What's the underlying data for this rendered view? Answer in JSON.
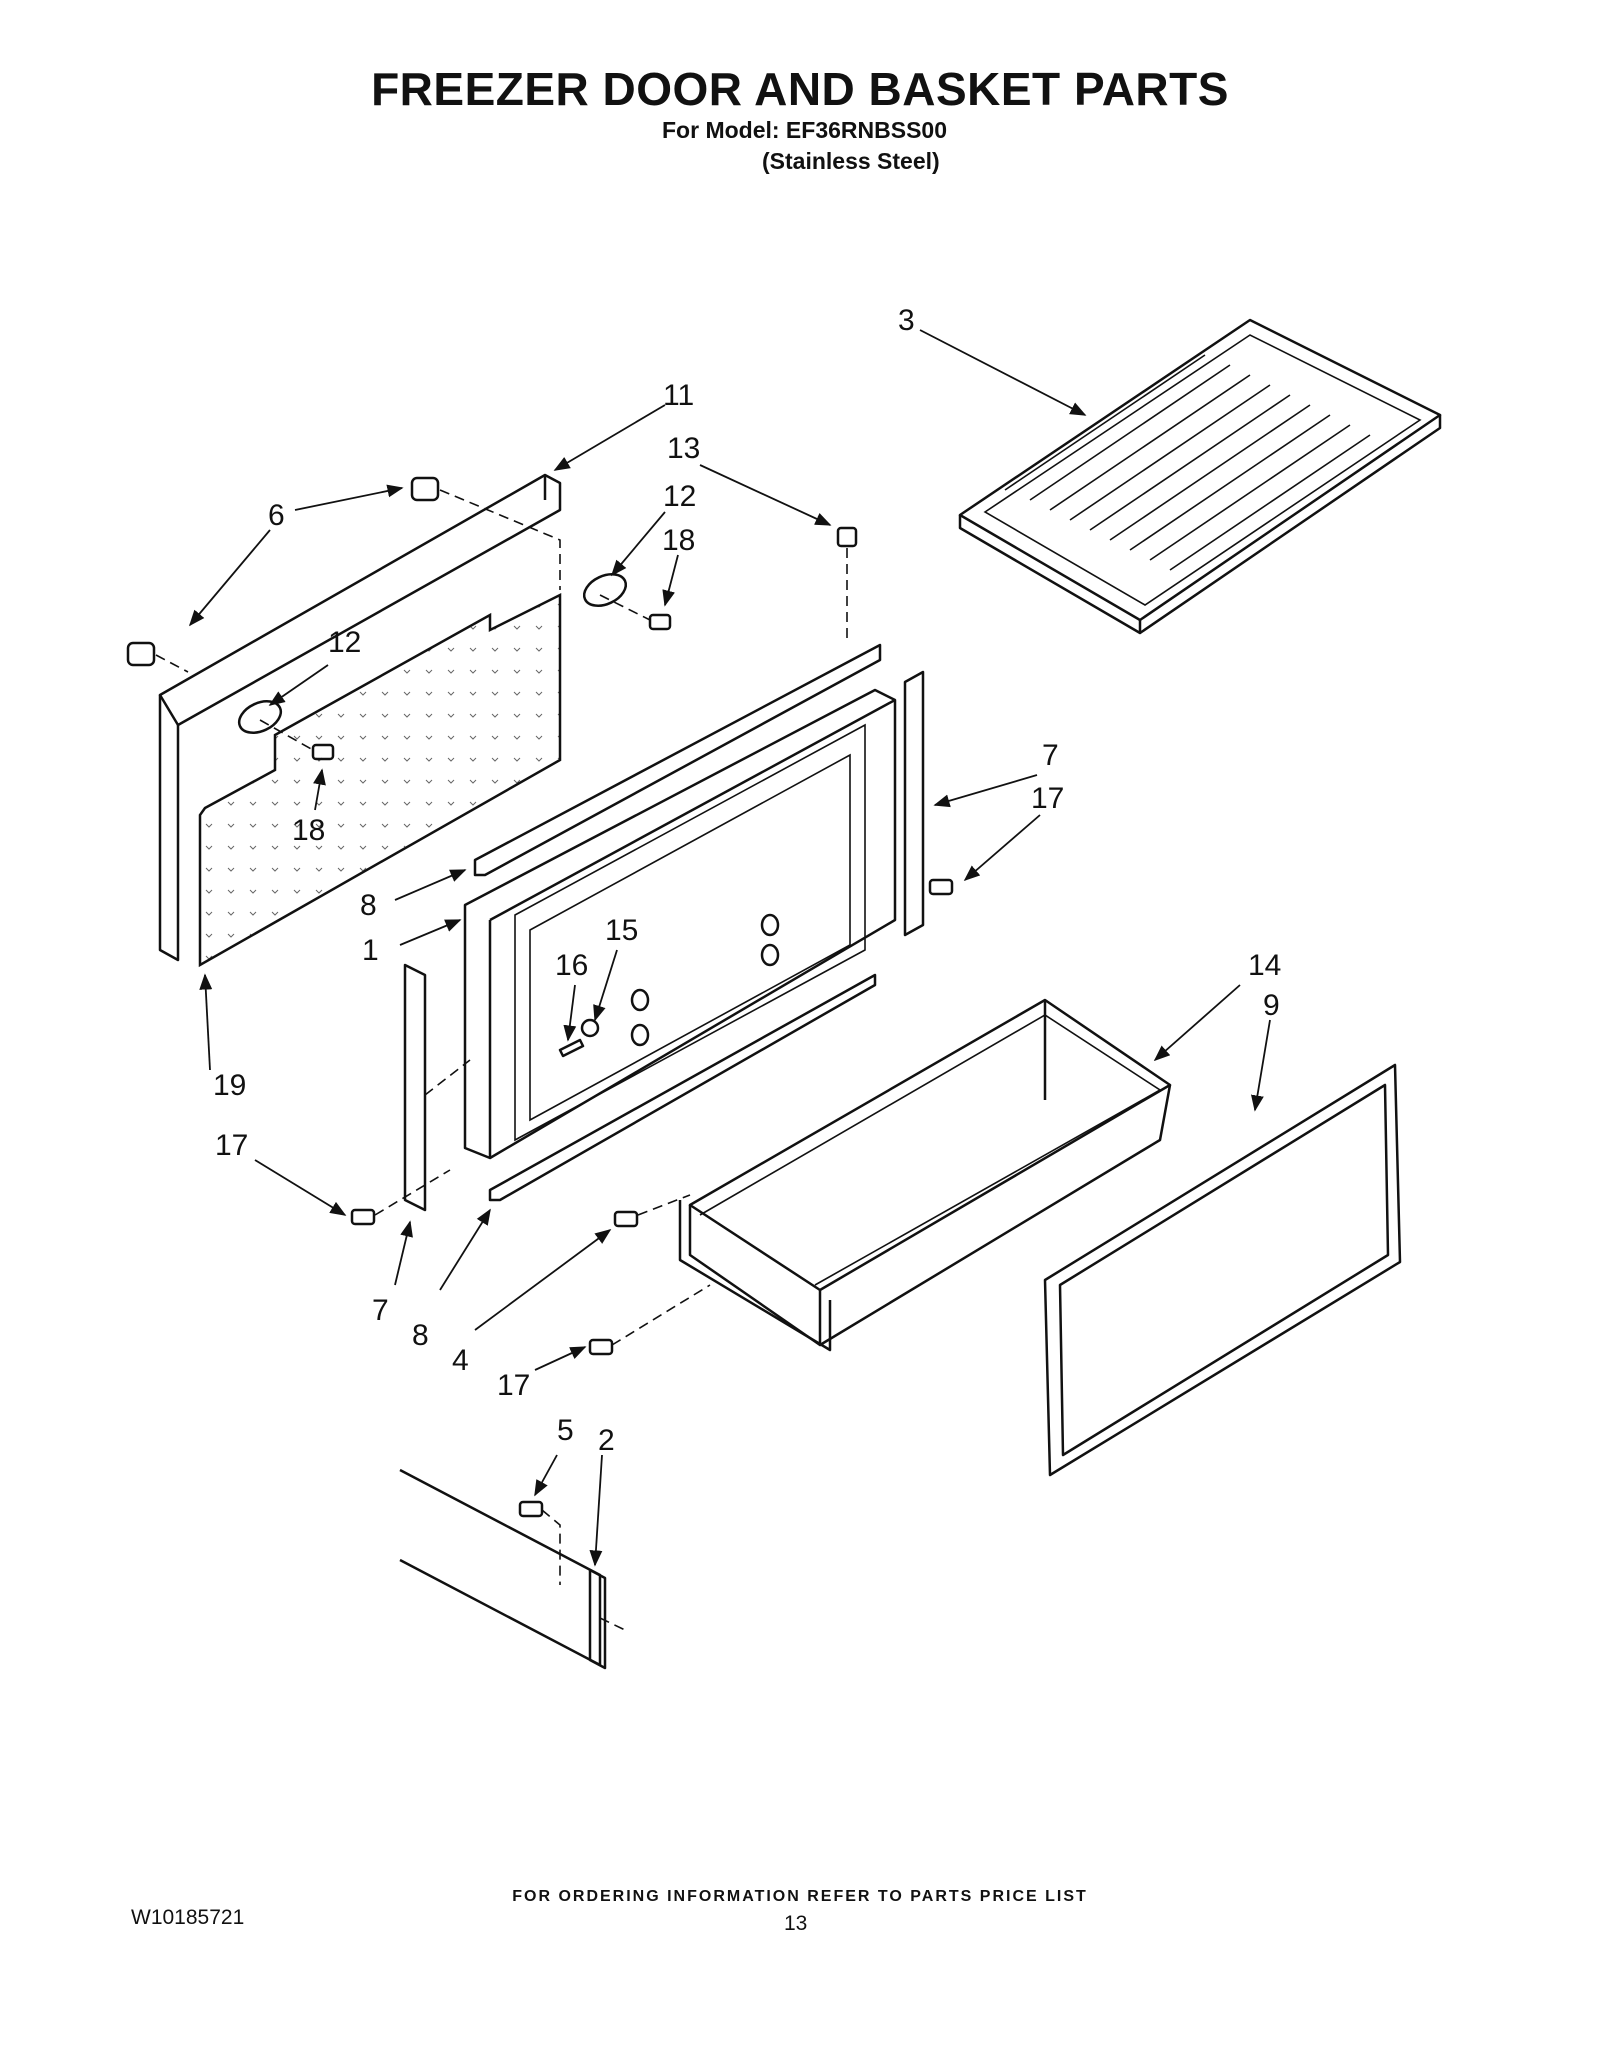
{
  "header": {
    "title": "FREEZER DOOR AND BASKET PARTS",
    "model_line": "For Model: EF36RNBSS00",
    "finish_line": "(Stainless Steel)"
  },
  "callouts": {
    "c1": "1",
    "c2": "2",
    "c3": "3",
    "c4": "4",
    "c5": "5",
    "c6": "6",
    "c7a": "7",
    "c7b": "7",
    "c8a": "8",
    "c8b": "8",
    "c9": "9",
    "c11": "11",
    "c12a": "12",
    "c12b": "12",
    "c13": "13",
    "c14": "14",
    "c15": "15",
    "c16": "16",
    "c17a": "17",
    "c17b": "17",
    "c17c": "17",
    "c18a": "18",
    "c18b": "18",
    "c19": "19"
  },
  "footer": {
    "order_note": "FOR ORDERING INFORMATION REFER TO PARTS PRICE LIST",
    "doc_number": "W10185721",
    "page_number": "13"
  }
}
